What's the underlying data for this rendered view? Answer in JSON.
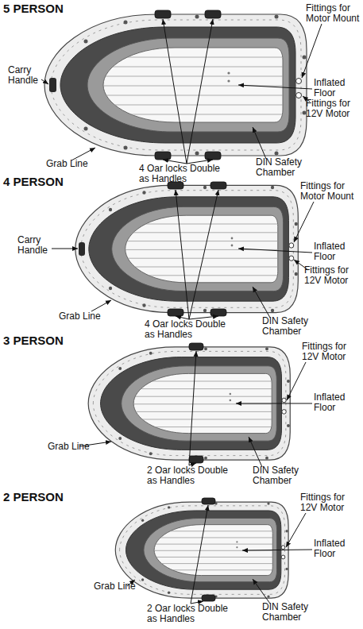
{
  "diagram": {
    "labels": [
      "5 PERSON",
      "Fittings for Motor Mount",
      "Carry Handle",
      "Inflated Floor",
      "Fittings for 12V Motor",
      "Grab Line",
      "DIN Safety Chamber",
      "4 Oar locks Double as Handles",
      "4 PERSON",
      "Fittings for Motor Mount",
      "Carry Handle",
      "Inflated Floor",
      "Fittings for 12V Motor",
      "Grab Line",
      "4 Oar locks Double as Handles",
      "DIN Safety Chamber",
      "3 PERSON",
      "Fittings for 12V Motor",
      "Inflated Floor",
      "Grab Line",
      "DIN Safety Chamber",
      "2 Oar locks Double as Handles",
      "2 PERSON",
      "Fittings for 12V Motor",
      "Inflated Floor",
      "Grab Line",
      "2 Oar locks Double as Handles",
      "DIN Safety Chamber"
    ]
  }
}
